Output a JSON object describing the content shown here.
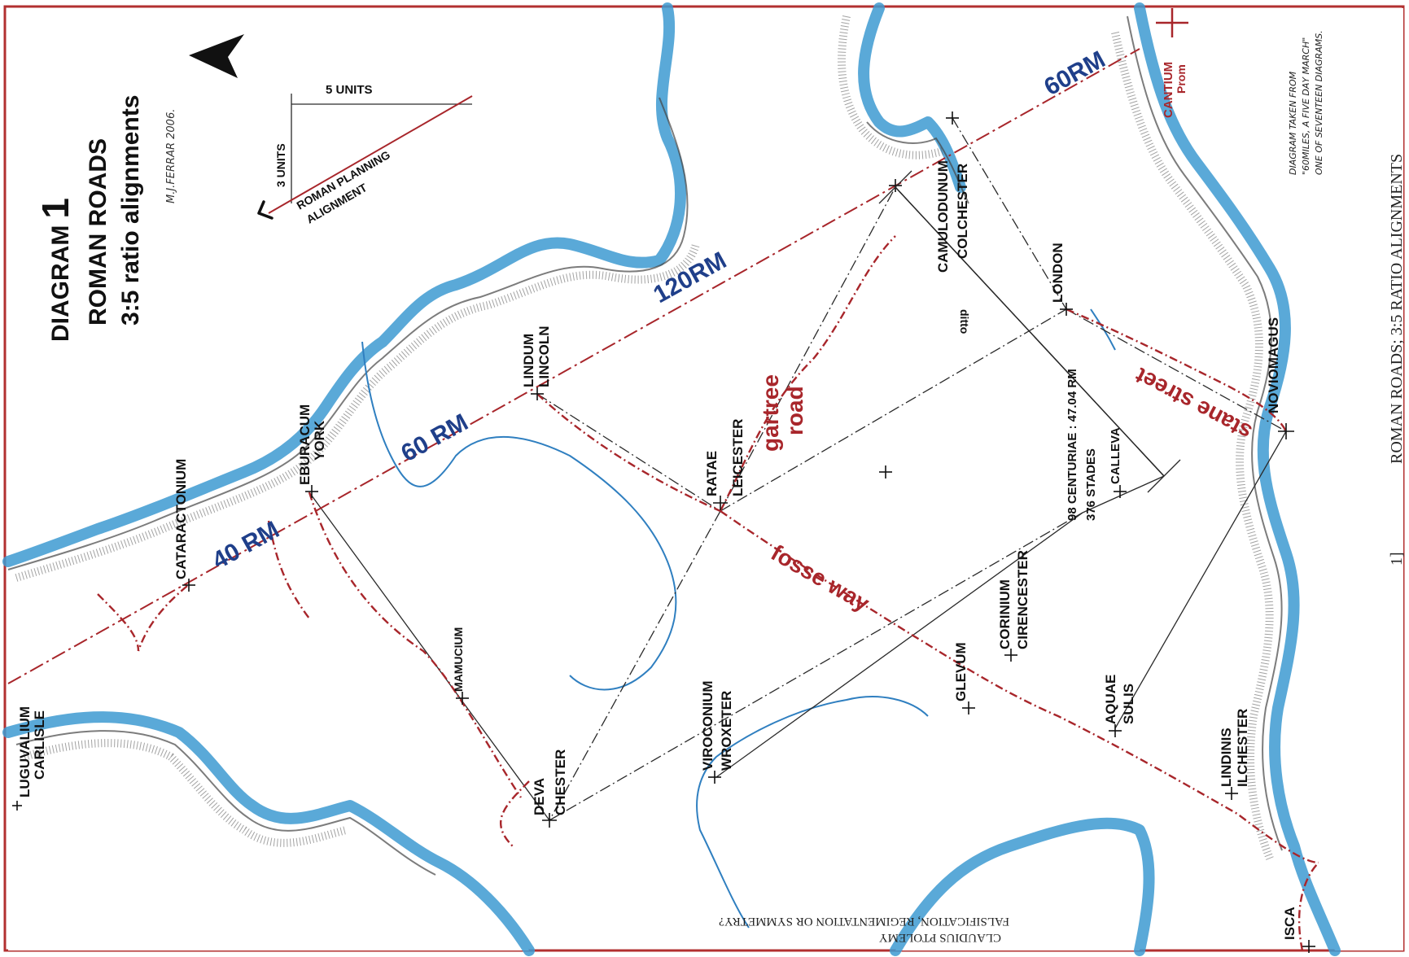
{
  "title": {
    "diagram_word": "DIAGRAM",
    "diagram_number": "1",
    "line2": "ROMAN ROADS",
    "line3": "3:5 ratio alignments",
    "author": "M.J.FERRAR 2006."
  },
  "scale_key": {
    "units5": "5 UNITS",
    "units3": "3 UNITS",
    "alignment_line1": "ROMAN PLANNING",
    "alignment_line2": "ALIGNMENT"
  },
  "source_note": {
    "line1": "DIAGRAM TAKEN FROM",
    "line2": "\"60MILES, A FIVE DAY MARCH\"",
    "line3": "ONE OF SEVENTEEN DIAGRAMS."
  },
  "side_caption": "ROMAN ROADS; 3:5 RATIO ALIGNMENTS",
  "page_number": "1]",
  "bottom_note": {
    "line1": "CLAUDIUS PTOLEMY",
    "line2": "FALSIFICATION, REGIMENTATION OR SYMMETRY?"
  },
  "distances": {
    "d40": "40 RM",
    "d60a": "60 RM",
    "d120": "120RM",
    "d60b": "60RM"
  },
  "roads": {
    "gartree1": "gartree",
    "gartree2": "road",
    "fosse": "fosse way",
    "stane": "stane street"
  },
  "measure": {
    "centuriae": "98 CENTURIAE : 47.04 RM",
    "stades": "376 STADES",
    "ditto": "ditto"
  },
  "places": {
    "luguvalium": {
      "latin": "LUGUVALIUM",
      "modern": "CARLISLE"
    },
    "cataractonium": {
      "latin": "CATARACTONIUM"
    },
    "eburacum": {
      "latin": "EBURACUM",
      "modern": "YORK"
    },
    "mamucium": {
      "latin": "MAMUCIUM"
    },
    "deva": {
      "latin": "DEVA",
      "modern": "CHESTER"
    },
    "lindum": {
      "latin": "LINDUM",
      "modern": "LINCOLN"
    },
    "ratae": {
      "latin": "RATAE",
      "modern": "LEICESTER"
    },
    "viroconium": {
      "latin": "VIROCONIUM",
      "modern": "WROXETER"
    },
    "camulodunum": {
      "latin": "CAMULODUNUM",
      "modern": "COLCHESTER"
    },
    "london": {
      "latin": "LONDON"
    },
    "calleva": {
      "latin": "CALLEVA"
    },
    "corinium": {
      "latin": "CORINIUM",
      "modern": "CIRENCESTER"
    },
    "glevum": {
      "latin": "GLEVUM"
    },
    "aquae": {
      "latin": "AQUAE",
      "modern": "SULIS"
    },
    "noviomagus": {
      "latin": "NOVIOMAGUS"
    },
    "lindinis": {
      "latin": "LINDINIS",
      "modern": "ILCHESTER"
    },
    "isca": {
      "latin": "ISCA"
    },
    "cantium": {
      "latin": "CANTIUM",
      "modern": "Prom"
    }
  },
  "colors": {
    "sea": "#3d9ad1",
    "road": "#a8262b",
    "distance_blue": "#1f3f8a",
    "line": "#2a2a2a"
  }
}
